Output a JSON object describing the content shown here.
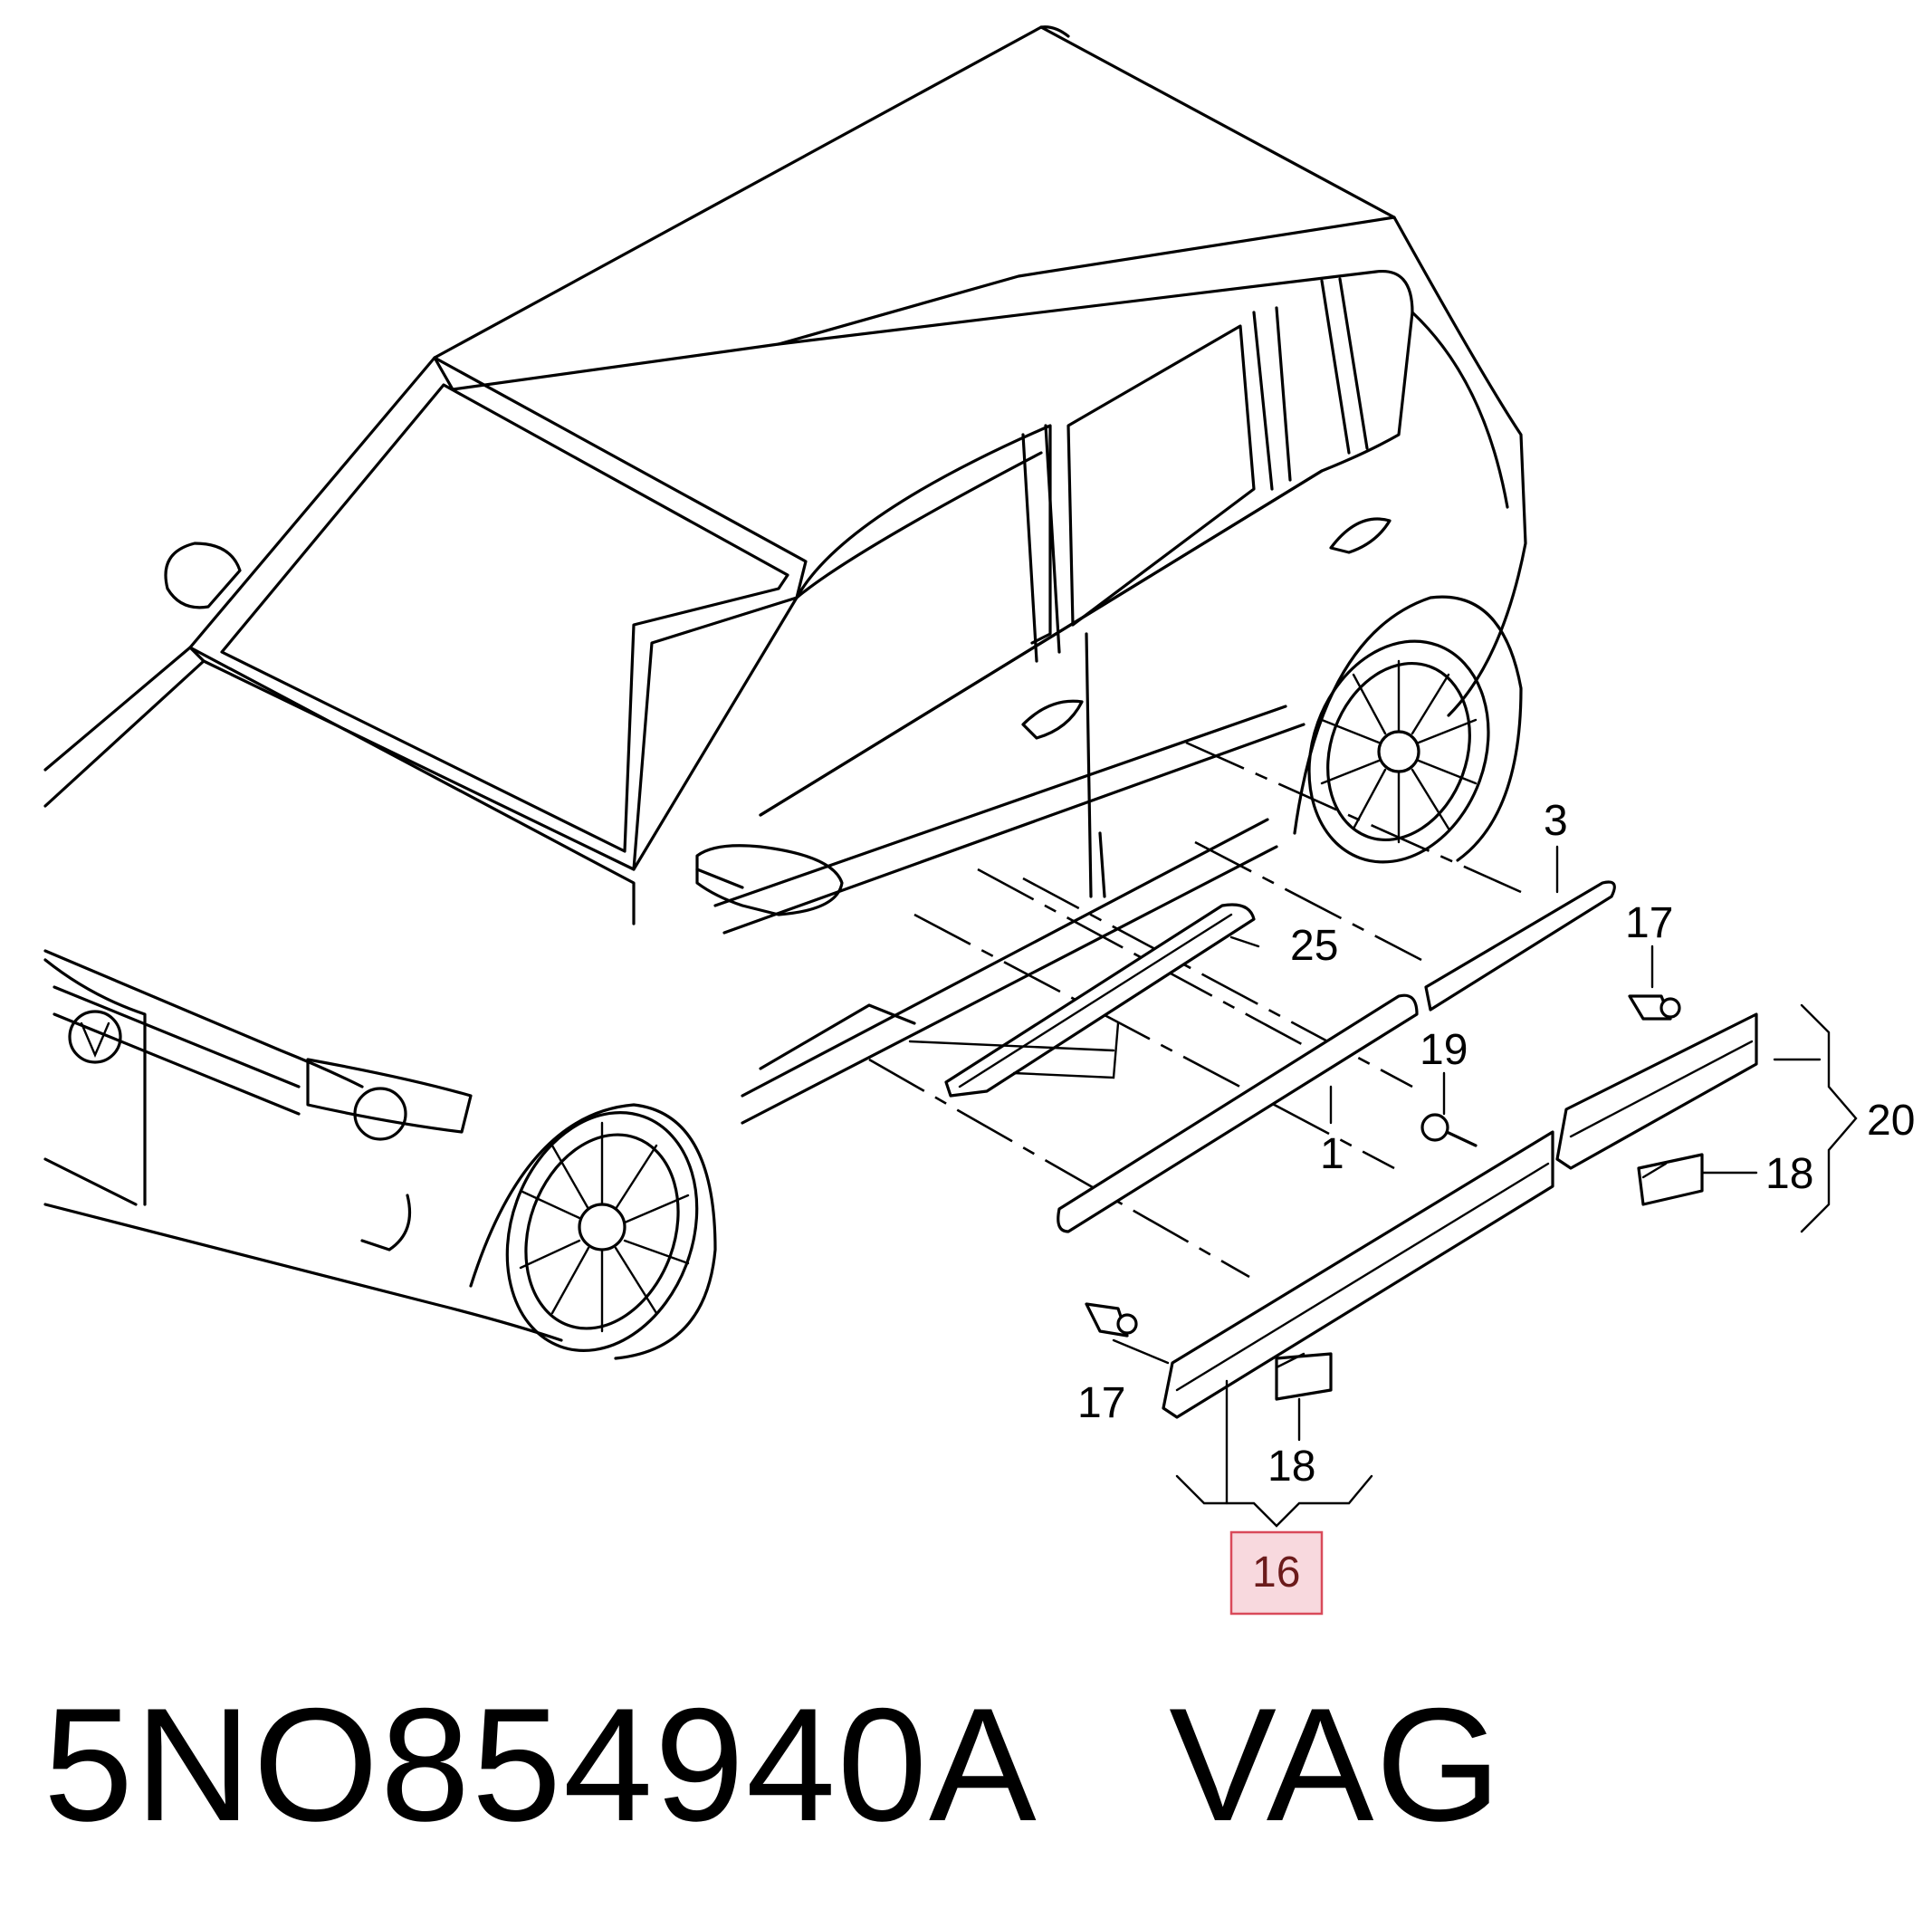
{
  "labels": {
    "l1": "1",
    "l3": "3",
    "l16": "16",
    "l17a": "17",
    "l17b": "17",
    "l18a": "18",
    "l18b": "18",
    "l19": "19",
    "l20": "20",
    "l25": "25"
  },
  "highlight": {
    "label": "16",
    "color": "#f8d9de",
    "border": "#d94a5a"
  },
  "footer": {
    "text": "5NO854940A   VAG"
  }
}
